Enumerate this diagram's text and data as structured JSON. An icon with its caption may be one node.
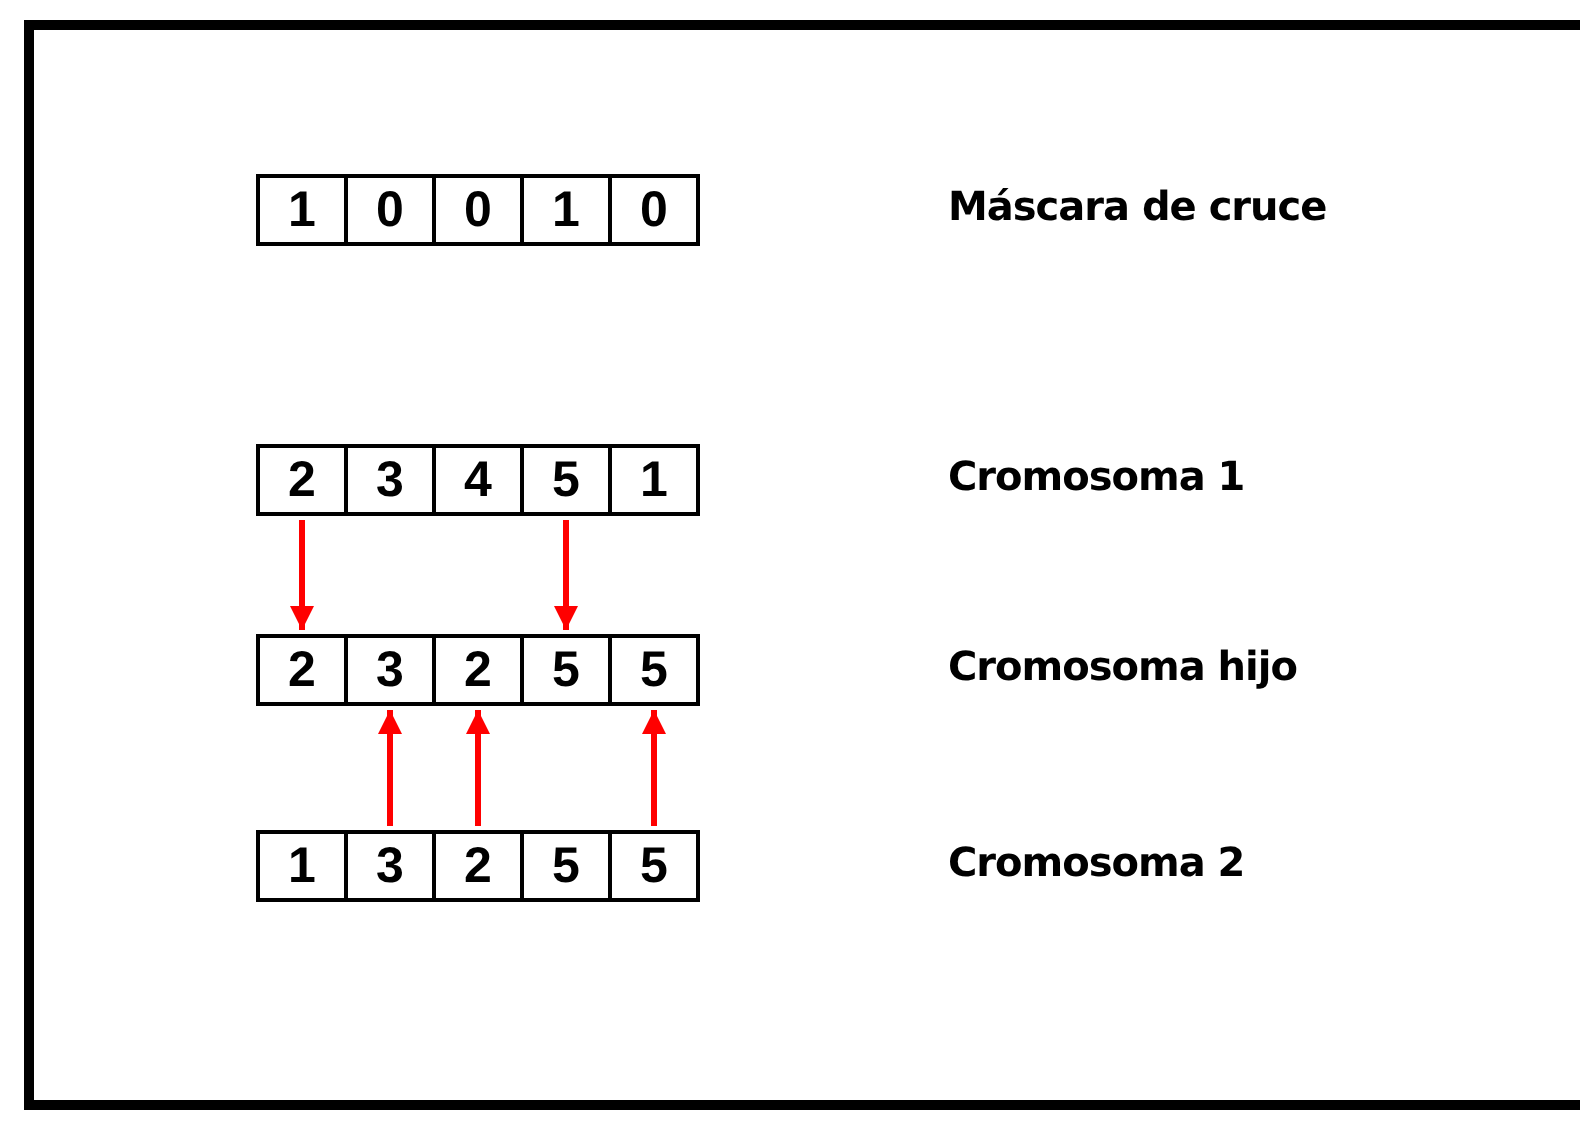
{
  "diagram": {
    "nodes": [
      {
        "text": [
          "1"
        ]
      },
      {
        "text": [
          "0"
        ]
      },
      {
        "text": [
          "0"
        ]
      },
      {
        "text": [
          "1"
        ]
      },
      {
        "text": [
          "0"
        ]
      },
      {
        "text": [
          "2"
        ]
      },
      {
        "text": [
          "3"
        ]
      },
      {
        "text": [
          "4"
        ]
      },
      {
        "text": [
          "5"
        ]
      },
      {
        "text": [
          "1"
        ]
      },
      {
        "text": [
          "2"
        ]
      },
      {
        "text": [
          "3"
        ]
      },
      {
        "text": [
          "2"
        ]
      },
      {
        "text": [
          "5"
        ]
      },
      {
        "text": [
          "5"
        ]
      },
      {
        "text": [
          "1"
        ]
      },
      {
        "text": [
          "3"
        ]
      },
      {
        "text": [
          "2"
        ]
      },
      {
        "text": [
          "5"
        ]
      },
      {
        "text": [
          "5"
        ]
      }
    ],
    "edges": [
      {
        "from": 5,
        "to": 10,
        "arrow": "to"
      },
      {
        "from": 8,
        "to": 13,
        "arrow": "to"
      },
      {
        "from": 16,
        "to": 11,
        "arrow": "to"
      },
      {
        "from": 17,
        "to": 12,
        "arrow": "to"
      },
      {
        "from": 19,
        "to": 14,
        "arrow": "to"
      }
    ],
    "labels": [
      "Máscara de cruce",
      "Cromosoma 1",
      "Cromosoma hijo",
      "Cromosoma 2"
    ]
  }
}
